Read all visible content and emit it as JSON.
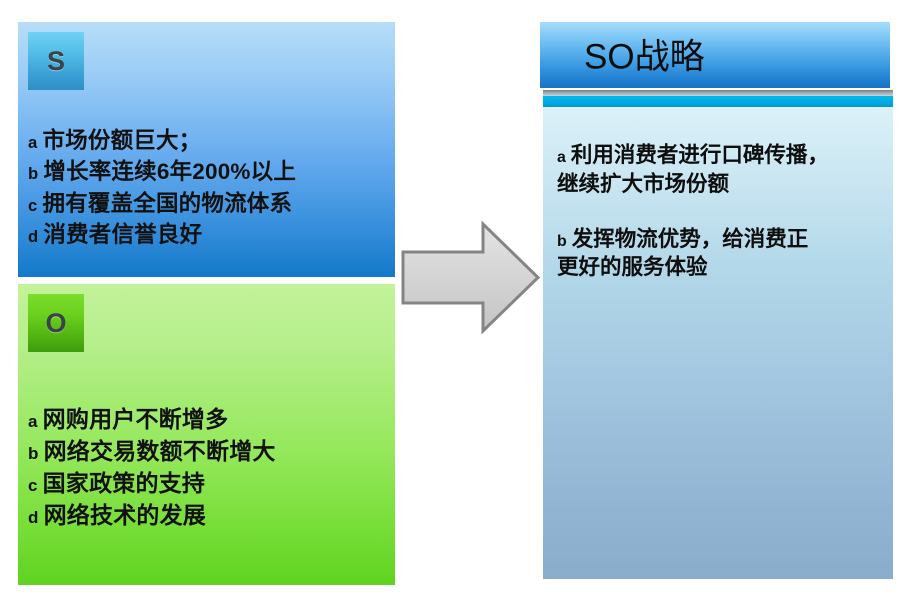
{
  "slide": {
    "type": "swot-strategy-diagram",
    "colors": {
      "strength_panel_top": "#b7ddf8",
      "strength_panel_bottom": "#1279c8",
      "opportunity_panel_top": "#c3f29a",
      "opportunity_panel_bottom": "#5fd320",
      "strategy_header_top": "#a8dcfb",
      "strategy_header_bottom": "#1b74c4",
      "strategy_accent_bar": "#00b9ef",
      "strategy_body_top": "#dcf1f8",
      "strategy_body_bottom": "#8aadcc",
      "arrow_fill": "#d4d4d4",
      "arrow_border": "#808080"
    }
  },
  "strength": {
    "badge": "S",
    "items": [
      {
        "marker": "a",
        "text": "市场份额巨大；"
      },
      {
        "marker": "b",
        "text": "增长率连续6年200%以上"
      },
      {
        "marker": "c",
        "text": "拥有覆盖全国的物流体系"
      },
      {
        "marker": "d",
        "text": "消费者信誉良好"
      }
    ]
  },
  "opportunity": {
    "badge": "O",
    "items": [
      {
        "marker": "a",
        "text": "网购用户不断增多"
      },
      {
        "marker": "b",
        "text": "网络交易数额不断增大"
      },
      {
        "marker": "c",
        "text": "国家政策的支持"
      },
      {
        "marker": "d",
        "text": "网络技术的发展"
      }
    ]
  },
  "arrow": {
    "icon": "right-block-arrow-icon",
    "direction": "right"
  },
  "strategy": {
    "title": "SO战略",
    "items": [
      {
        "marker": "a",
        "lines": [
          "利用消费者进行口碑传播，",
          "继续扩大市场份额"
        ]
      },
      {
        "marker": "b",
        "lines": [
          "发挥物流优势，给消费正",
          "更好的服务体验"
        ]
      }
    ]
  }
}
